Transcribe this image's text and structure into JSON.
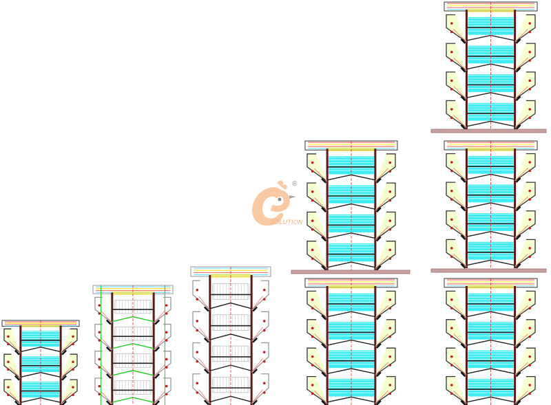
{
  "logo": {
    "brand_text": "SOLUTION",
    "registered_mark": "®",
    "color": "#f4b183"
  },
  "colors": {
    "frame": "#333333",
    "trough_cyan": "#00e5f0",
    "center_line": "#e03030",
    "support_green": "#22cc22",
    "header_yellow": "#ffee33",
    "header_pink": "#f07070",
    "beam": "#c9a0a0"
  },
  "units": [
    {
      "tiers": 3,
      "style": "cyan"
    },
    {
      "tiers": 4,
      "style": "gray-green"
    },
    {
      "tiers": 4,
      "style": "gray"
    },
    {
      "tiers": 4,
      "style": "cyan",
      "stacked": 2
    },
    {
      "tiers": 4,
      "style": "cyan",
      "stacked": 3
    }
  ]
}
